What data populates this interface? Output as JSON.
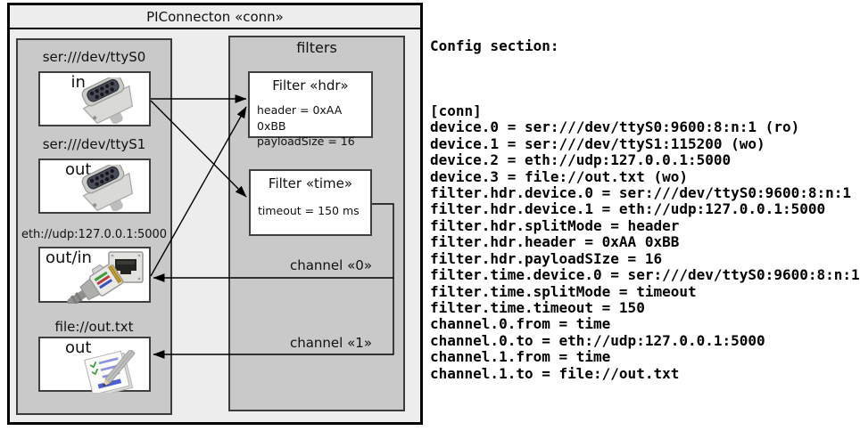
{
  "diagram": {
    "title": "PIConnecton «conn»",
    "devices_panel": {
      "devices": [
        {
          "uri": "ser:///dev/ttyS0",
          "direction": "in",
          "icon": "serial-db9-connector"
        },
        {
          "uri": "ser:///dev/ttyS1",
          "direction": "out",
          "icon": "serial-db9-connector"
        },
        {
          "uri": "eth://udp:127.0.0.1:5000",
          "direction": "out/in",
          "icon": "ethernet-rj45-jack-and-plug"
        },
        {
          "uri": "file://out.txt",
          "direction": "out",
          "icon": "notepad-pencil"
        }
      ]
    },
    "filters_panel": {
      "title": "filters",
      "filters": [
        {
          "title": "Filter «hdr»",
          "properties": [
            "header = 0xAA 0xBB",
            "payloadSize = 16"
          ]
        },
        {
          "title": "Filter «time»",
          "properties": [
            "timeout = 150 ms"
          ]
        }
      ]
    },
    "channels": [
      {
        "label": "channel «0»"
      },
      {
        "label": "channel «1»"
      }
    ]
  },
  "config": {
    "heading": "Config section:",
    "lines": [
      "[conn]",
      "device.0 = ser:///dev/ttyS0:9600:8:n:1 (ro)",
      "device.1 = ser:///dev/ttyS1:115200 (wo)",
      "device.2 = eth://udp:127.0.0.1:5000",
      "device.3 = file://out.txt (wo)",
      "filter.hdr.device.0 = ser:///dev/ttyS0:9600:8:n:1",
      "filter.hdr.device.1 = eth://udp:127.0.0.1:5000",
      "filter.hdr.splitMode = header",
      "filter.hdr.header = 0xAA 0xBB",
      "filter.hdr.payloadSIze = 16",
      "filter.time.device.0 = ser:///dev/ttyS0:9600:8:n:1",
      "filter.time.splitMode = timeout",
      "filter.time.timeout = 150",
      "channel.0.from = time",
      "channel.0.to = eth://udp:127.0.0.1:5000",
      "channel.1.from = time",
      "channel.1.to = file://out.txt"
    ]
  },
  "colors": {
    "outer_fill": "#ededed",
    "panel_fill": "#c9c9c9",
    "box_fill": "#ffffff",
    "line": "#000000"
  }
}
